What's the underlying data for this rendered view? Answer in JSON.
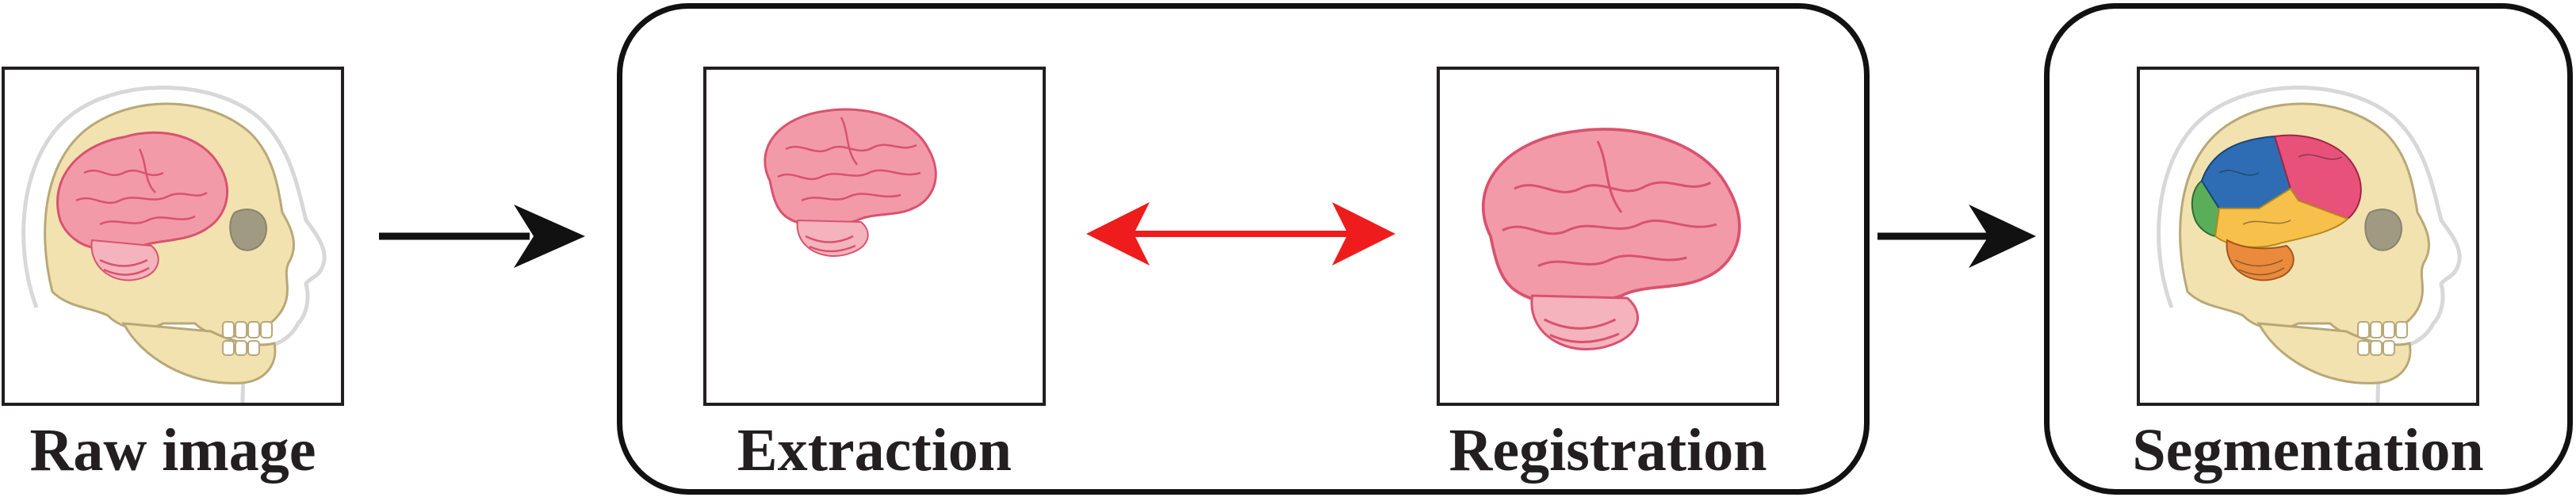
{
  "stages": {
    "raw": {
      "label": "Raw image"
    },
    "extraction": {
      "label": "Extraction"
    },
    "registration": {
      "label": "Registration"
    },
    "segmentation": {
      "label": "Segmentation"
    }
  },
  "colors": {
    "brain_pink": "#f29aa8",
    "brain_stroke": "#d9526e",
    "skull": "#f2e2b0",
    "skull_stroke": "#b8a878",
    "arrow": "#111111",
    "double_arrow": "#ee1c1c",
    "frontal_lobe": "#e8517a",
    "parietal_lobe": "#2e6db4",
    "temporal_lobe": "#f6c04a",
    "occipital_lobe": "#5aae5a",
    "cerebellum": "#e98a3c"
  },
  "icons": [
    "skull-head-icon",
    "brain-icon",
    "segmented-brain-icon",
    "right-arrow-icon",
    "double-arrow-icon"
  ]
}
